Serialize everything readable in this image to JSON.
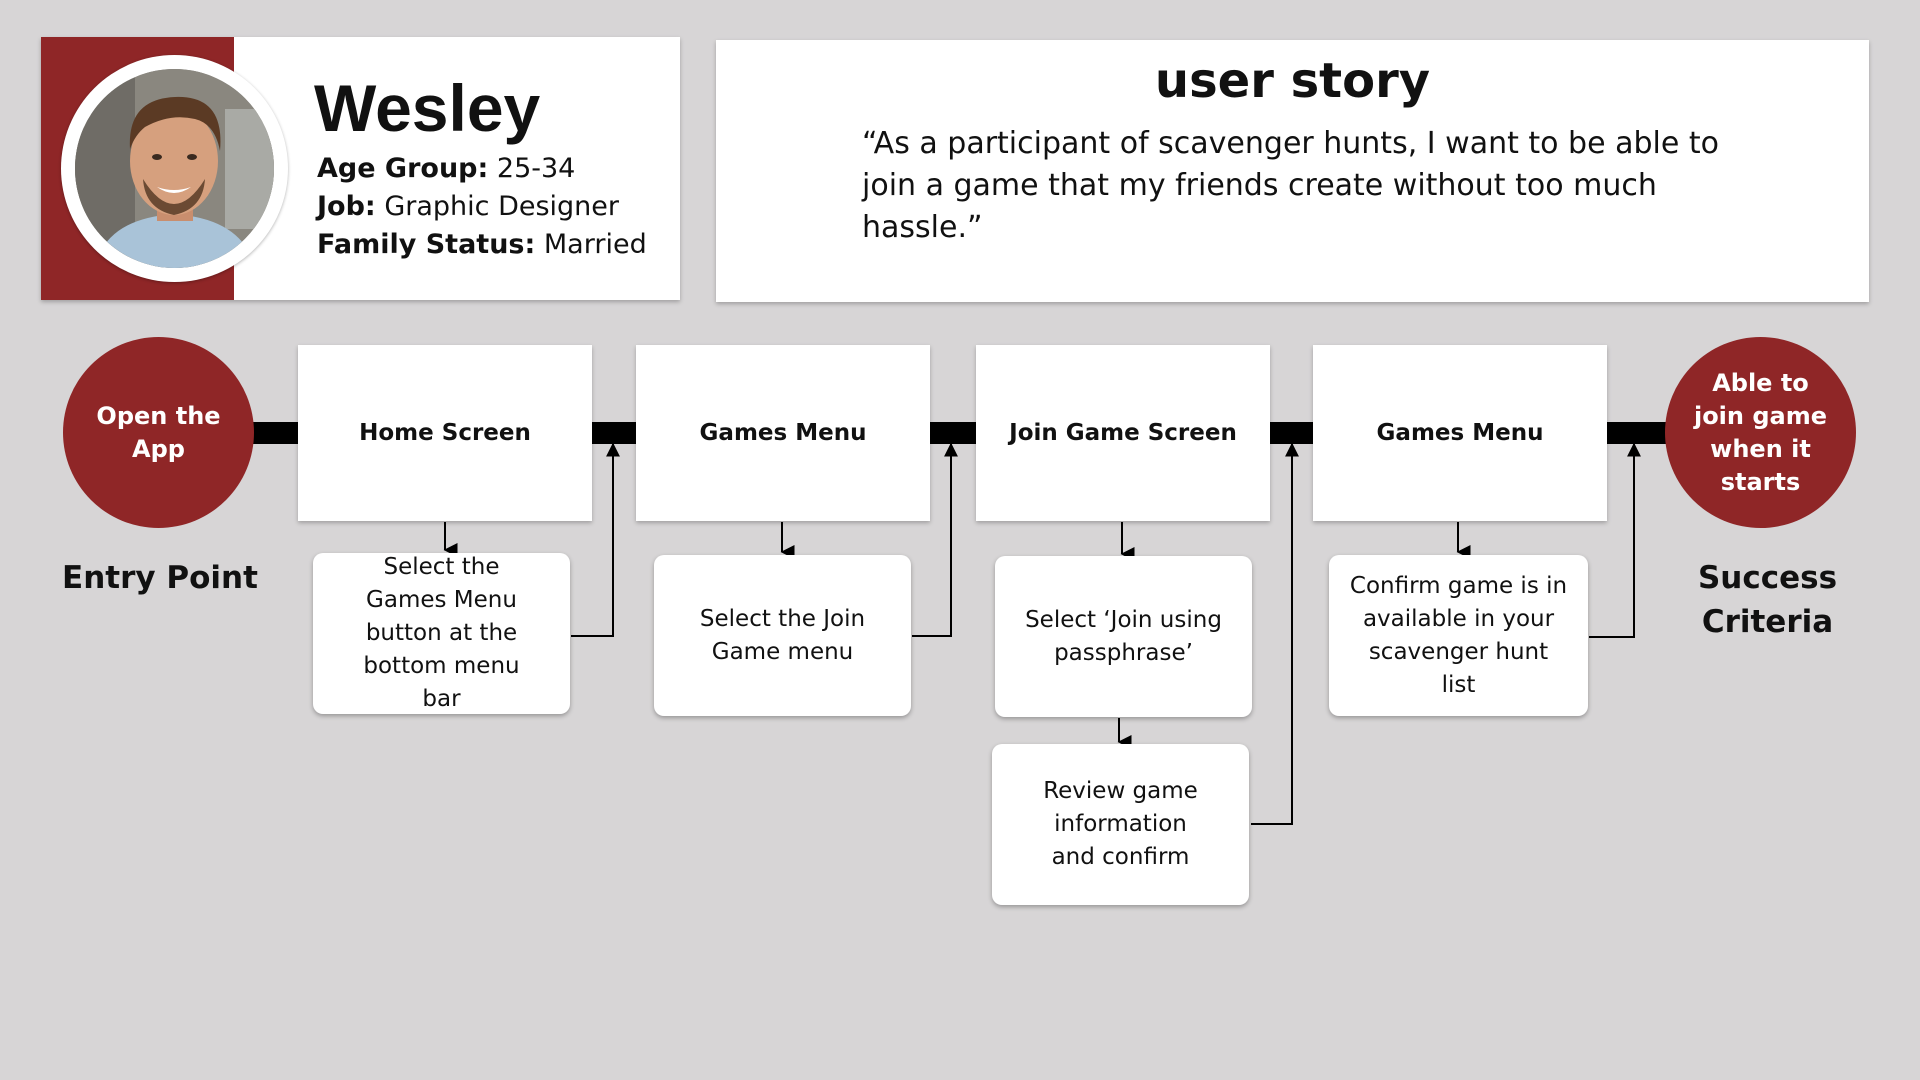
{
  "persona": {
    "name": "Wesley",
    "age_label": "Age Group:",
    "age": "25-34",
    "job_label": "Job:",
    "job": "Graphic Designer",
    "family_label": "Family Status:",
    "family": "Married"
  },
  "story": {
    "title": "user story",
    "quote": "“As a participant of scavenger hunts, I want to be able to join a game that my friends create without too much hassle.”"
  },
  "flow": {
    "entry_circle": "Open the App",
    "entry_caption": "Entry Point",
    "success_circle": "Able to join game when it starts",
    "success_caption": "Success Criteria",
    "screens": [
      "Home Screen",
      "Games Menu",
      "Join Game Screen",
      "Games Menu"
    ],
    "steps": [
      "Select the Games Menu button at the bottom menu bar",
      "Select the Join Game menu",
      "Select ‘Join using passphrase’",
      "Review game information and confirm",
      "Confirm game is in available in your scavenger hunt list"
    ]
  },
  "colors": {
    "accent": "#8f2627",
    "background": "#d7d5d6"
  }
}
